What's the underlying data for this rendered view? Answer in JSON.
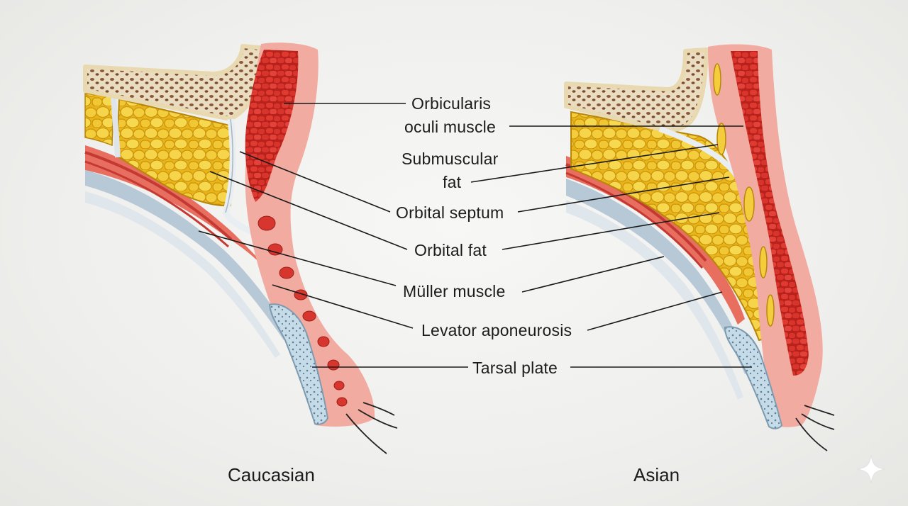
{
  "labels": {
    "orbicularis_line1": "Orbicularis",
    "orbicularis_line2": "oculi muscle",
    "submuscular_line1": "Submuscular",
    "submuscular_line2": "fat",
    "orbital_septum": "Orbital septum",
    "orbital_fat": "Orbital fat",
    "muller_muscle": "Müller muscle",
    "levator_aponeurosis": "Levator aponeurosis",
    "tarsal_plate": "Tarsal plate"
  },
  "captions": {
    "left": "Caucasian",
    "right": "Asian"
  },
  "colors": {
    "muscle_red": "#d8362e",
    "skin_pink": "#f0a49a",
    "fat_yellow": "#f2c733",
    "bone_cream": "#f1e6c8",
    "tarsal_blue": "#b9d3e3",
    "leader_line": "#1a1a1a"
  },
  "icons": [
    "sparkle-icon"
  ]
}
